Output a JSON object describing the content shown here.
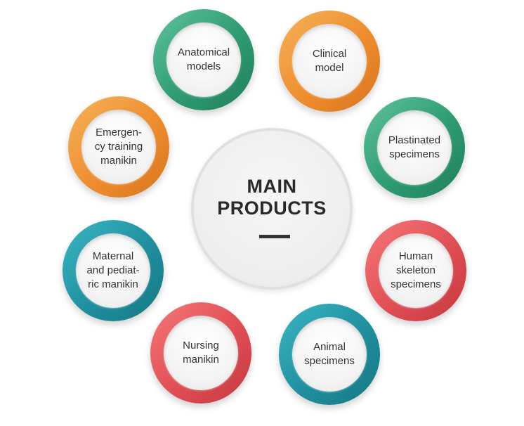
{
  "center": {
    "title_line1": "MAIN",
    "title_line2": "PRODUCTS"
  },
  "nodes": [
    {
      "id": "anatomical-models",
      "lines": [
        "Anatomical",
        "models"
      ],
      "color": "green"
    },
    {
      "id": "clinical-model",
      "lines": [
        "Clinical",
        "model"
      ],
      "color": "orange"
    },
    {
      "id": "plastinated-specimens",
      "lines": [
        "Plastinated",
        "specimens"
      ],
      "color": "green"
    },
    {
      "id": "human-skeleton-specimens",
      "lines": [
        "Human",
        "skeleton",
        "specimens"
      ],
      "color": "red"
    },
    {
      "id": "animal-specimens",
      "lines": [
        "Animal",
        "specimens"
      ],
      "color": "teal"
    },
    {
      "id": "nursing-manikin",
      "lines": [
        "Nursing",
        "manikin"
      ],
      "color": "red"
    },
    {
      "id": "maternal-pediatric-manikin",
      "lines": [
        "Maternal",
        "and pediat-",
        "ric manikin"
      ],
      "color": "teal"
    },
    {
      "id": "emergency-training-manikin",
      "lines": [
        "Emergen-",
        "cy training",
        "manikin"
      ],
      "color": "orange"
    }
  ]
}
